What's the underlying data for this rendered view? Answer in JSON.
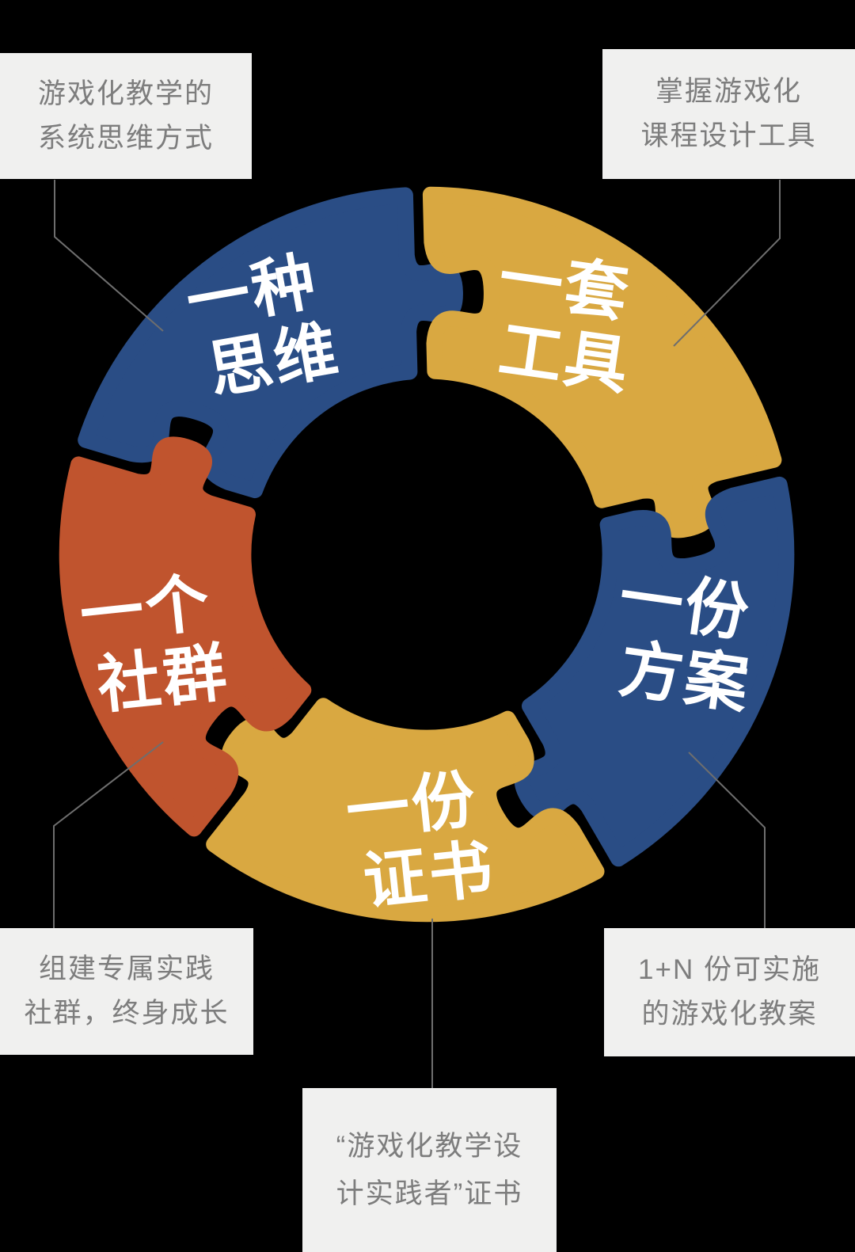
{
  "colors": {
    "background": "#000000",
    "blue": "#2a4d85",
    "yellow": "#d9a841",
    "red": "#c0542e",
    "callout_bg": "#f0f0ef",
    "callout_text": "#7d7d7d",
    "connector_line": "#6e6e6e",
    "piece_label_text": "#ffffff"
  },
  "ring": {
    "pieces": [
      {
        "id": "thinking",
        "label_line1": "一种",
        "label_line2": "思维",
        "color": "#2a4d85"
      },
      {
        "id": "tools",
        "label_line1": "一套",
        "label_line2": "工具",
        "color": "#d9a841"
      },
      {
        "id": "plan",
        "label_line1": "一份",
        "label_line2": "方案",
        "color": "#2a4d85"
      },
      {
        "id": "certificate",
        "label_line1": "一份",
        "label_line2": "证书",
        "color": "#d9a841"
      },
      {
        "id": "community",
        "label_line1": "一个",
        "label_line2": "社群",
        "color": "#c0542e"
      }
    ]
  },
  "callouts": [
    {
      "id": "thinking-note",
      "line1": "游戏化教学的",
      "line2": "系统思维方式"
    },
    {
      "id": "tools-note",
      "line1": "掌握游戏化",
      "line2": "课程设计工具"
    },
    {
      "id": "community-note",
      "line1": "组建专属实践",
      "line2": "社群，终身成长"
    },
    {
      "id": "plan-note",
      "line1": "1+N 份可实施",
      "line2": "的游戏化教案"
    },
    {
      "id": "certificate-note",
      "line1": "“游戏化教学设",
      "line2": "计实践者”证书"
    }
  ]
}
